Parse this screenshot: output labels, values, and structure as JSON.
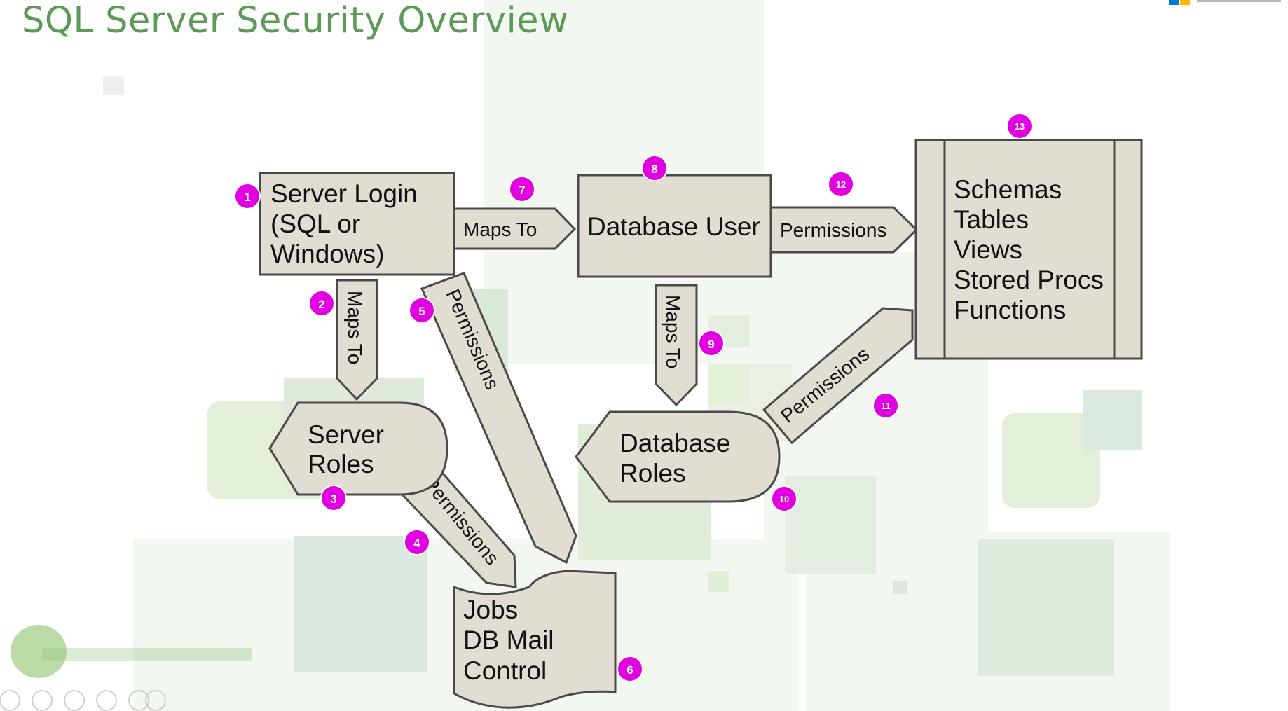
{
  "title": "SQL Server Security Overview",
  "colors": {
    "title": "#5e9a57",
    "shape_fill": "#e2ddd2",
    "shape_stroke": "#4a4a4a",
    "badge": "#e000e0"
  },
  "nodes": {
    "server_login": [
      "Server Login",
      "(SQL or",
      "Windows)"
    ],
    "database_user": "Database User",
    "securables": [
      "Schemas",
      "Tables",
      "Views",
      "Stored Procs",
      "Functions"
    ],
    "server_roles": [
      "Server",
      "Roles"
    ],
    "database_roles": [
      "Database",
      "Roles"
    ],
    "jobs": [
      "Jobs",
      "DB Mail",
      "Control"
    ]
  },
  "arrows": {
    "login_to_user": "Maps To",
    "login_to_server_roles": "Maps To",
    "user_to_securables": "Permissions",
    "user_to_db_roles": "Maps To",
    "login_to_jobs": "Permissions",
    "server_roles_to_jobs": "Permissions",
    "db_roles_to_securables": "Permissions"
  },
  "badges": [
    "1",
    "2",
    "3",
    "4",
    "5",
    "6",
    "7",
    "8",
    "9",
    "10",
    "11",
    "12",
    "13"
  ],
  "icons": [
    "microsoft-logo-icon",
    "player-control-icons"
  ]
}
